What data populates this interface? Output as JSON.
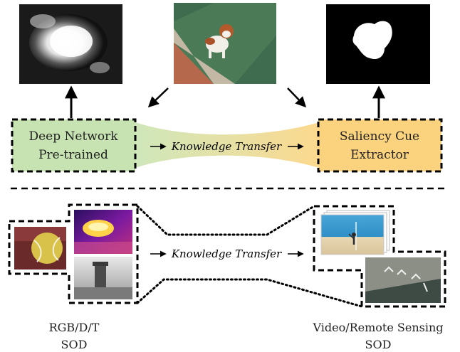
{
  "top": {
    "left_box": {
      "line1": "Deep Network",
      "line2": "Pre-trained",
      "fill": "#c6e3b1"
    },
    "right_box": {
      "line1": "Saliency Cue",
      "line2": "Extractor",
      "fill": "#fbd37e"
    },
    "transfer_label": "Knowledge Transfer"
  },
  "bottom": {
    "transfer_label": "Knowledge Transfer",
    "left_caption": {
      "line1": "RGB/D/T",
      "line2": "SOD"
    },
    "right_caption": {
      "line1": "Video/Remote Sensing",
      "line2": "SOD"
    }
  },
  "colors": {
    "green_band": "#cfe7bb",
    "orange_band": "#fcd98e",
    "black": "#000000"
  }
}
